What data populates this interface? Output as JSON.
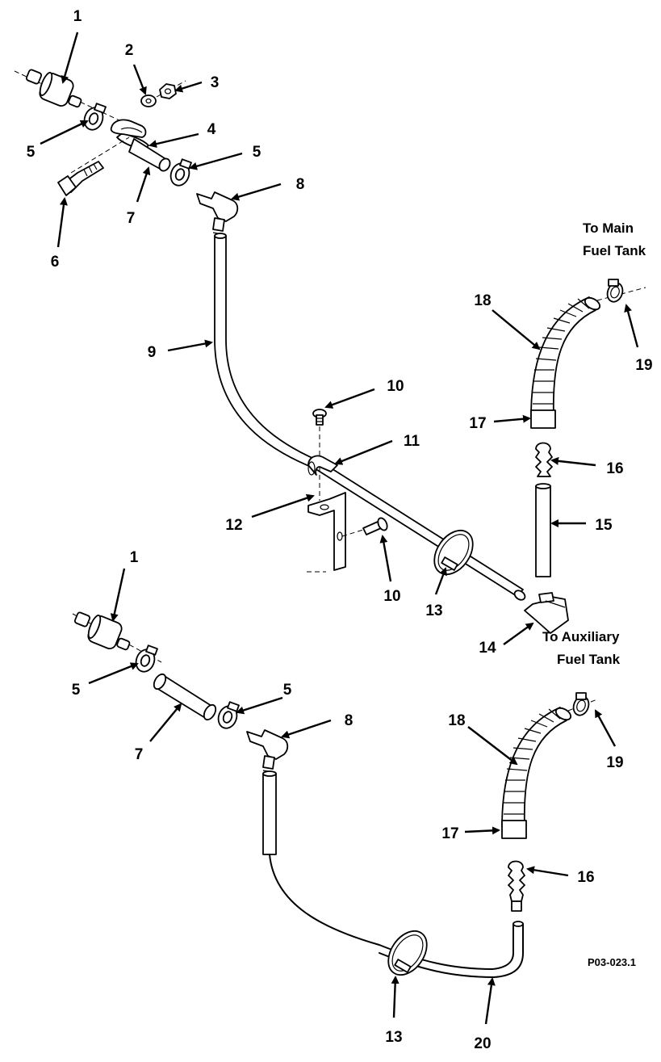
{
  "figure_id": "P03-023.1",
  "captions": {
    "main_line1": "To Main",
    "main_line2": "Fuel Tank",
    "aux_line1": "To Auxiliary",
    "aux_line2": "Fuel Tank"
  },
  "callouts": {
    "c1a": "1",
    "c2": "2",
    "c3": "3",
    "c4": "4",
    "c5a": "5",
    "c5b": "5",
    "c6": "6",
    "c7a": "7",
    "c8a": "8",
    "c9": "9",
    "c10a": "10",
    "c10b": "10",
    "c11": "11",
    "c12": "12",
    "c13a": "13",
    "c14": "14",
    "c15": "15",
    "c16a": "16",
    "c17a": "17",
    "c18a": "18",
    "c19a": "19",
    "c1b": "1",
    "c5c": "5",
    "c5d": "5",
    "c7b": "7",
    "c8b": "8",
    "c18b": "18",
    "c19b": "19",
    "c17b": "17",
    "c16b": "16",
    "c13b": "13",
    "c20": "20"
  }
}
